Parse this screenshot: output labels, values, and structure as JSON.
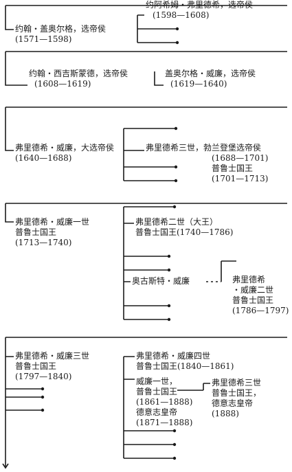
{
  "people": {
    "joachim_friedrich": {
      "title": "约阿希姆・弗里德希，选帝侯",
      "years": "(1598—1608)"
    },
    "johann_georg": {
      "title": "约翰・盖奥尔格，选帝侯",
      "years": "(1571—1598)"
    },
    "johann_sigismund": {
      "title": "约翰・西吉斯蒙德，选帝侯",
      "years": "(1608—1619)"
    },
    "georg_wilhelm": {
      "title": "盖奥尔格・威廉，选帝侯",
      "years": "(1619—1640)"
    },
    "friedrich_wilhelm_elector": {
      "title": "弗里德希・威廉，大选帝侯",
      "years": "(1640—1688)"
    },
    "friedrich_iii": {
      "title": "弗里德希三世，勃兰登堡选帝侯",
      "years": "(1688—1701)",
      "king_title": "普鲁士国王",
      "king_years": "(1701—1713)"
    },
    "friedrich_wilhelm_i": {
      "title": "弗里德希・威廉一世",
      "line2": "普鲁士国王",
      "years": "(1713—1740)"
    },
    "friedrich_ii": {
      "title": "弗里德希二世（大王）",
      "line2": "普鲁士国王(1740—1786)"
    },
    "august_wilhelm": {
      "title": "奥古斯特・威廉"
    },
    "friedrich_wilhelm_ii": {
      "line1": "弗里德希",
      "line2": "・威廉二世",
      "line3": "普鲁士国王",
      "years": "(1786—1797)"
    },
    "friedrich_wilhelm_iii": {
      "title": "弗里德希・威廉三世",
      "line2": "普鲁士国王",
      "years": "(1797—1840)"
    },
    "friedrich_wilhelm_iv": {
      "title": "弗里德希・威廉四世",
      "line2": "普鲁士国王(1840—1861)"
    },
    "wilhelm_i": {
      "title": "威廉一世，",
      "line2": "普鲁士国王",
      "years": "(1861—1888)",
      "line4": "德意志皇帝",
      "years2": "(1871—1888)"
    },
    "friedrich_iii_emperor": {
      "title": "弗里德希三世",
      "line2": "普鲁士国王，",
      "line3": "德意志皇帝",
      "years": "(1888)"
    }
  },
  "colors": {
    "ink": "#1a1a1a",
    "paper": "#ffffff"
  }
}
